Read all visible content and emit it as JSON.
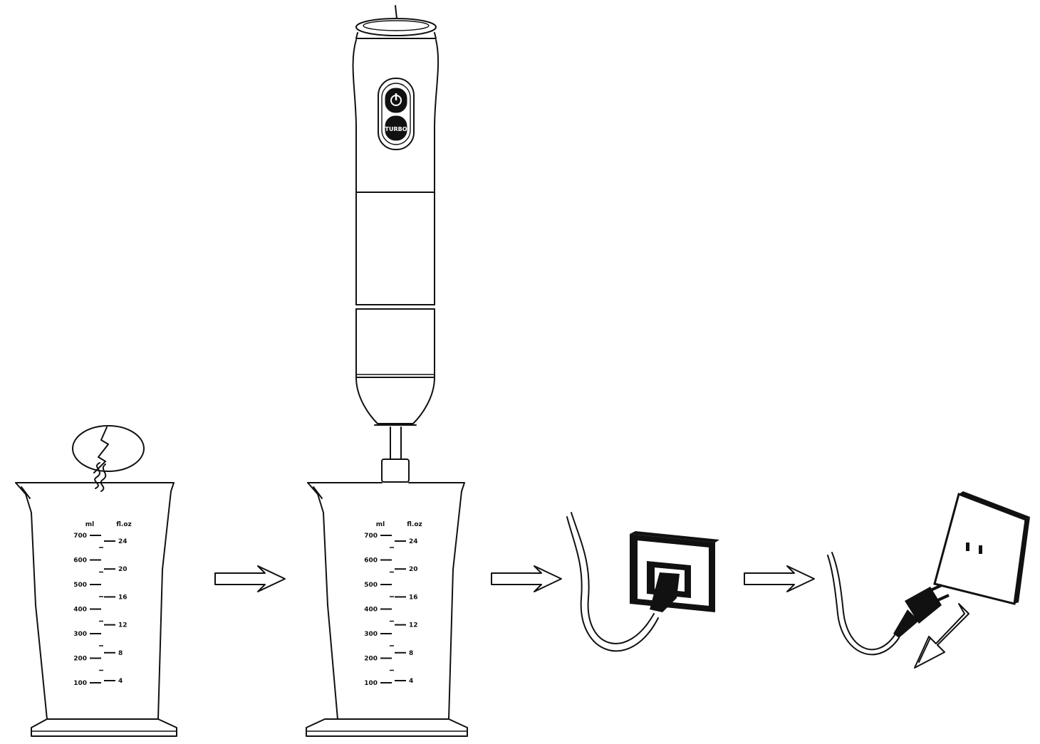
{
  "steps": [
    {
      "id": "step-1"
    },
    {
      "id": "step-2"
    },
    {
      "id": "step-3"
    },
    {
      "id": "step-4"
    }
  ],
  "beaker": {
    "unit_left": "ml",
    "unit_right": "fl.oz",
    "ml_ticks": [
      "700",
      "600",
      "500",
      "400",
      "300",
      "200",
      "100"
    ],
    "oz_ticks": [
      "24",
      "20",
      "16",
      "12",
      "8",
      "4"
    ]
  },
  "blender": {
    "power_icon": "power-icon",
    "turbo_label": "TURBO"
  },
  "icons": [
    "egg-icon",
    "arrow-right-icon",
    "plug-socket-icon",
    "unplug-arrow-icon"
  ]
}
